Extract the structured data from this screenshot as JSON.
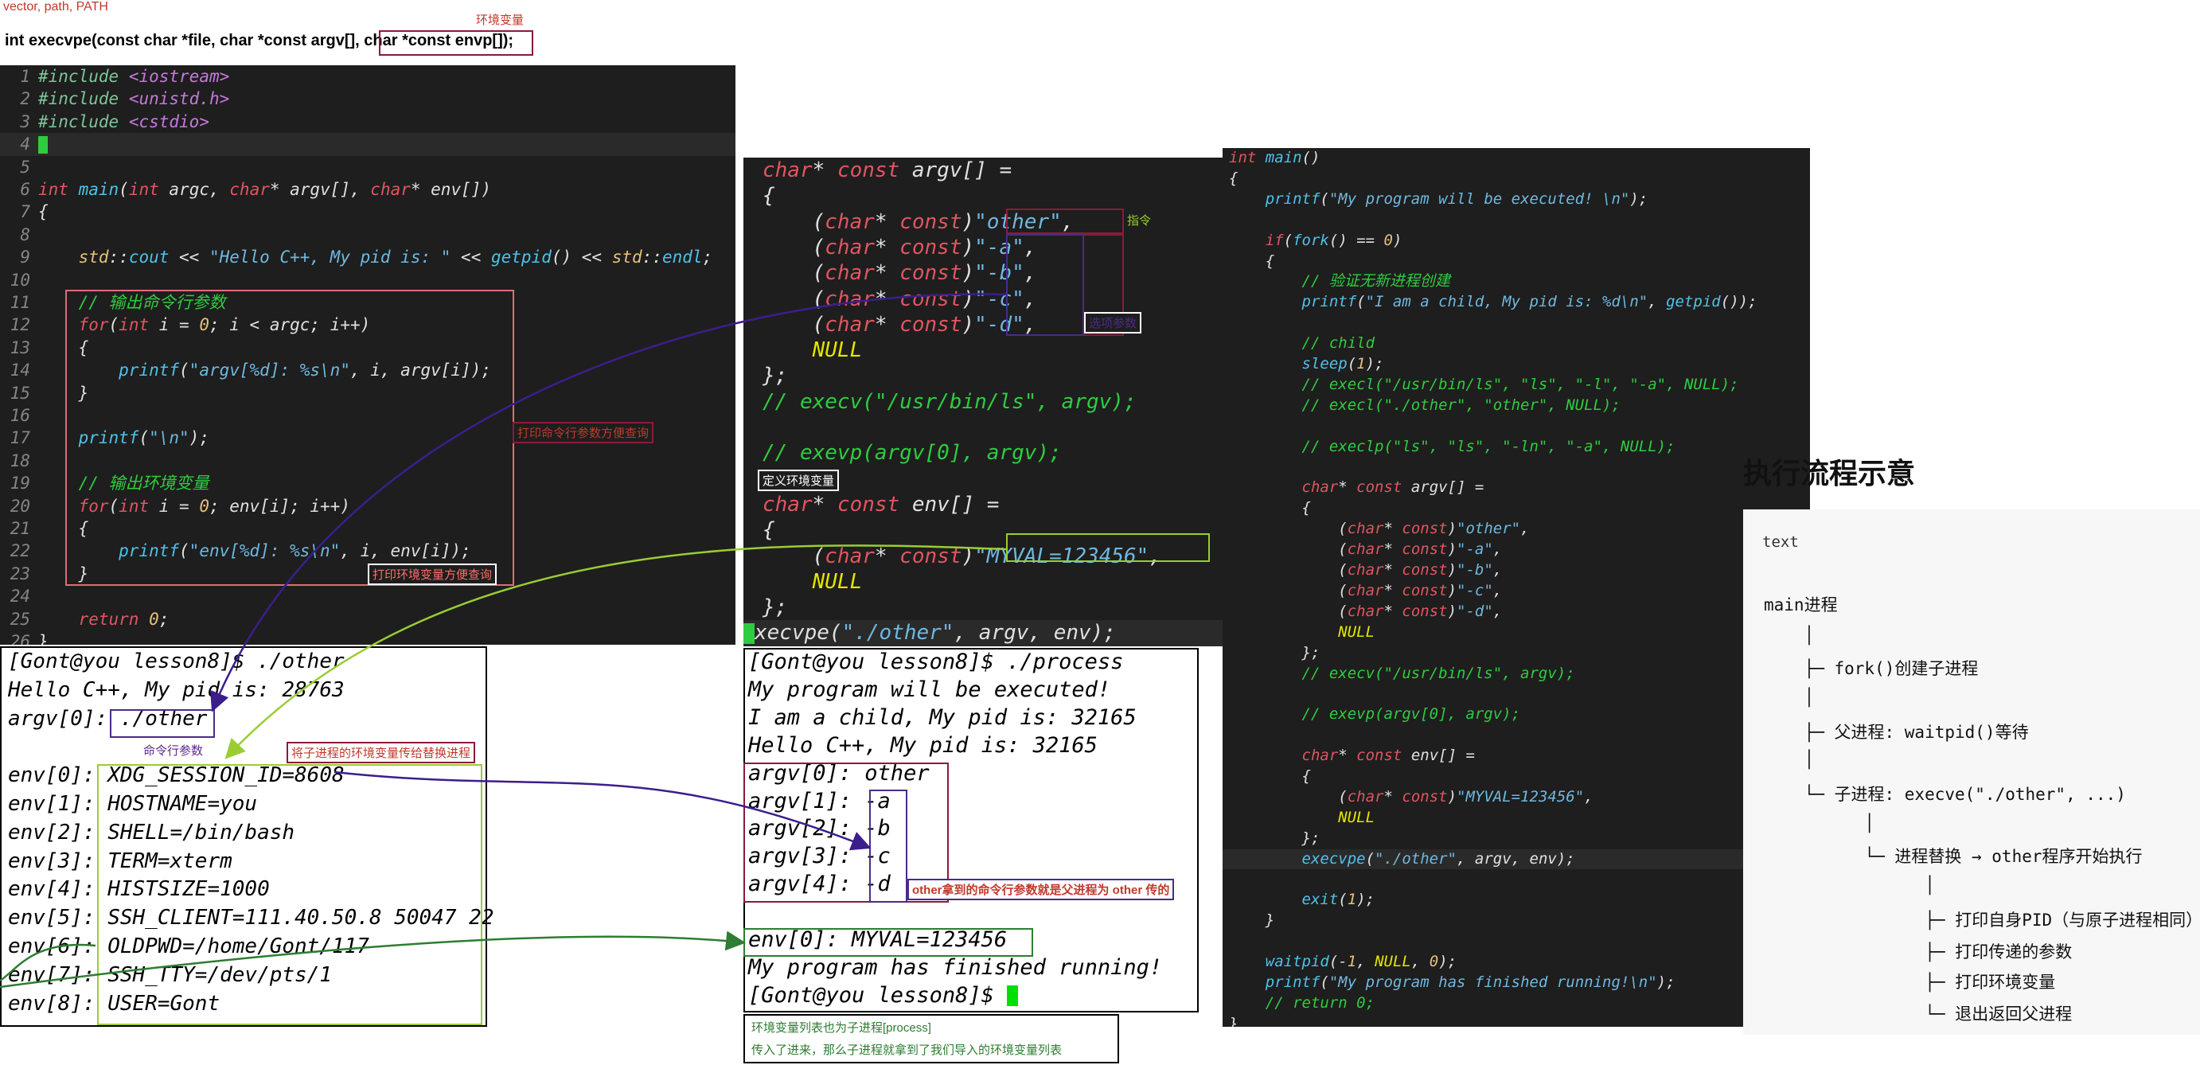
{
  "header": {
    "note": "vector, path, PATH",
    "signature": "int execvpe(const char *file, char *const argv[], char *const envp[]);",
    "envp_label": "环境变量"
  },
  "left_code": {
    "lines": [
      {
        "n": "1",
        "t": "#include <iostream>"
      },
      {
        "n": "2",
        "t": "#include <unistd.h>"
      },
      {
        "n": "3",
        "t": "#include <cstdio>"
      },
      {
        "n": "4",
        "t": ""
      },
      {
        "n": "5",
        "t": ""
      },
      {
        "n": "6",
        "t": "int main(int argc, char* argv[], char* env[])"
      },
      {
        "n": "7",
        "t": "{"
      },
      {
        "n": "8",
        "t": ""
      },
      {
        "n": "9",
        "t": "    std::cout << \"Hello C++, My pid is: \" << getpid() << std::endl;"
      },
      {
        "n": "10",
        "t": ""
      },
      {
        "n": "11",
        "t": "    // 输出命令行参数"
      },
      {
        "n": "12",
        "t": "    for(int i = 0; i < argc; i++)"
      },
      {
        "n": "13",
        "t": "    {"
      },
      {
        "n": "14",
        "t": "        printf(\"argv[%d]: %s\\n\", i, argv[i]);"
      },
      {
        "n": "15",
        "t": "    }"
      },
      {
        "n": "16",
        "t": ""
      },
      {
        "n": "17",
        "t": "    printf(\"\\n\");"
      },
      {
        "n": "18",
        "t": ""
      },
      {
        "n": "19",
        "t": "    // 输出环境变量"
      },
      {
        "n": "20",
        "t": "    for(int i = 0; env[i]; i++)"
      },
      {
        "n": "21",
        "t": "    {"
      },
      {
        "n": "22",
        "t": "        printf(\"env[%d]: %s\\n\", i, env[i]);"
      },
      {
        "n": "23",
        "t": "    }"
      },
      {
        "n": "24",
        "t": ""
      },
      {
        "n": "25",
        "t": "    return 0;"
      },
      {
        "n": "26",
        "t": "}"
      }
    ],
    "label_args": "打印命令行参数方便查询",
    "label_env": "打印环境变量方便查询"
  },
  "left_terminal": {
    "lines": [
      "[Gont@you lesson8]$ ./other",
      "Hello C++, My pid is: 28763",
      "argv[0]: ./other",
      "",
      "env[0]: XDG_SESSION_ID=8608",
      "env[1]: HOSTNAME=you",
      "env[2]: SHELL=/bin/bash",
      "env[3]: TERM=xterm",
      "env[4]: HISTSIZE=1000",
      "env[5]: SSH_CLIENT=111.40.50.8 50047 22",
      "env[6]: OLDPWD=/home/Gont/117",
      "env[7]: SSH_TTY=/dev/pts/1",
      "env[8]: USER=Gont"
    ],
    "label_cmd": "命令行参数",
    "label_pass": "将子进程的环境变量传给替换进程"
  },
  "middle_code": {
    "lines": [
      "char* const argv[] =",
      "{",
      "    (char* const)\"other\",",
      "    (char* const)\"-a\",",
      "    (char* const)\"-b\",",
      "    (char* const)\"-c\",",
      "    (char* const)\"-d\",",
      "    NULL",
      "};",
      "// execv(\"/usr/bin/ls\", argv);",
      "",
      "// exevp(argv[0], argv);",
      "",
      "char* const env[] =",
      "{",
      "    (char* const)\"MYVAL=123456\",",
      "    NULL",
      "};",
      "execvpe(\"./other\", argv, env);"
    ],
    "label_cmd": "指令",
    "label_opts": "选项参数",
    "label_define_env": "定义环境变量"
  },
  "middle_terminal": {
    "lines": [
      "[Gont@you lesson8]$ ./process",
      "My program will be executed!",
      "I am a child, My pid is: 32165",
      "Hello C++, My pid is: 32165",
      "argv[0]: other",
      "argv[1]: -a",
      "argv[2]: -b",
      "argv[3]: -c",
      "argv[4]: -d",
      "",
      "env[0]: MYVAL=123456",
      "My program has finished running!",
      "[Gont@you lesson8]$ "
    ],
    "label_argv": "other拿到的命令行参数就是父进程为 other 传的",
    "note_line1": "环境变量列表也为子进程[process]",
    "note_line2": "传入了进来，那么子进程就拿到了我们导入的环境变量列表"
  },
  "right_code": {
    "lines": [
      "int main()",
      "{",
      "    printf(\"My program will be executed! \\n\");",
      "",
      "    if(fork() == 0)",
      "    {",
      "        // 验证无新进程创建",
      "        printf(\"I am a child, My pid is: %d\\n\", getpid());",
      "",
      "        // child",
      "        sleep(1);",
      "        // execl(\"/usr/bin/ls\", \"ls\", \"-l\", \"-a\", NULL);",
      "        // execl(\"./other\", \"other\", NULL);",
      "",
      "        // execlp(\"ls\", \"ls\", \"-ln\", \"-a\", NULL);",
      "",
      "        char* const argv[] =",
      "        {",
      "            (char* const)\"other\",",
      "            (char* const)\"-a\",",
      "            (char* const)\"-b\",",
      "            (char* const)\"-c\",",
      "            (char* const)\"-d\",",
      "            NULL",
      "        };",
      "        // execv(\"/usr/bin/ls\", argv);",
      "",
      "        // exevp(argv[0], argv);",
      "",
      "        char* const env[] =",
      "        {",
      "            (char* const)\"MYVAL=123456\",",
      "            NULL",
      "        };",
      "        execvpe(\"./other\", argv, env);",
      "",
      "        exit(1);",
      "    }",
      "",
      "    waitpid(-1, NULL, 0);",
      "    printf(\"My program has finished running!\\n\");",
      "    // return 0;",
      "}"
    ]
  },
  "flow": {
    "title": "执行流程示意",
    "tag": "text",
    "lines": [
      "main进程",
      "    │",
      "    ├─ fork()创建子进程",
      "    │",
      "    ├─ 父进程: waitpid()等待",
      "    │",
      "    └─ 子进程: execve(\"./other\", ...)",
      "          │",
      "          └─ 进程替换 → other程序开始执行",
      "                │",
      "                ├─ 打印自身PID（与原子进程相同）",
      "                ├─ 打印传递的参数",
      "                ├─ 打印环境变量",
      "                └─ 退出返回父进程"
    ]
  },
  "colors": {
    "editor_bg": "#1e1e1e",
    "box_red": "#e06c75",
    "box_purple": "#4b2a8a",
    "box_green": "#9acd32",
    "arrow_purple": "#3b1e8c",
    "arrow_green": "#9acd32",
    "arrow_darkgreen": "#2e7d32"
  }
}
